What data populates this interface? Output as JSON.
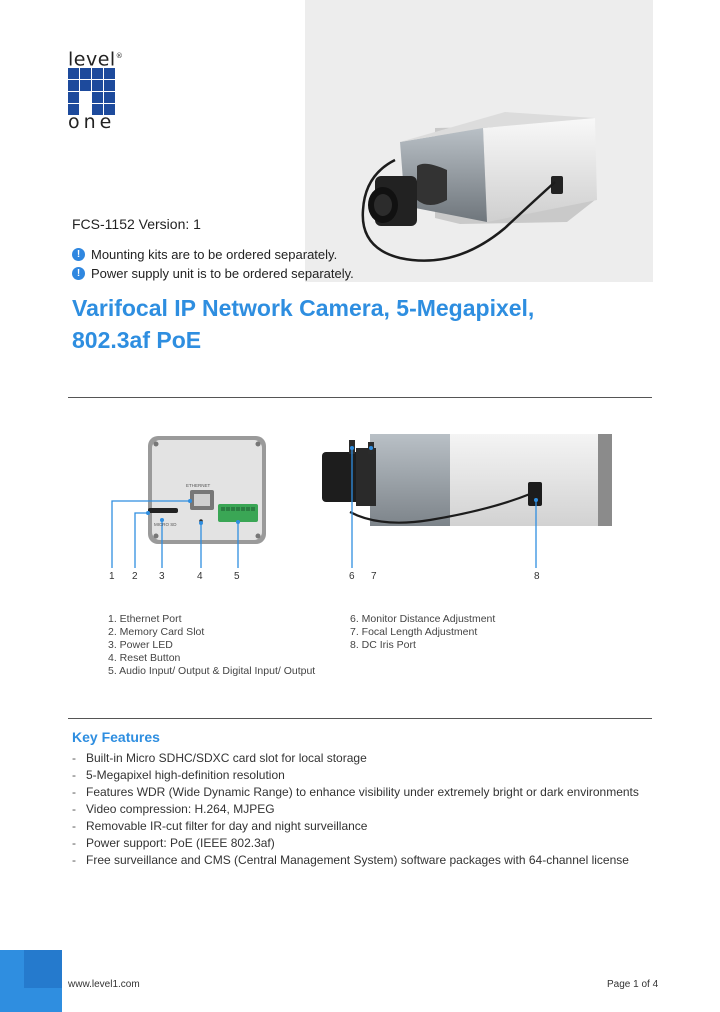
{
  "logo": {
    "top_text": "level",
    "registered": "®",
    "bottom_text": "one"
  },
  "product": {
    "model_version": "FCS-1152 Version: 1",
    "notes": [
      "Mounting kits are to be ordered separately.",
      "Power supply unit is to be ordered separately."
    ],
    "title_line1": "Varifocal IP Network Camera, 5-Megapixel,",
    "title_line2": "802.3af PoE"
  },
  "diagram": {
    "port_label": "ETHERNET",
    "card_label": "MICRO SD",
    "callouts": [
      "1",
      "2",
      "3",
      "4",
      "5",
      "6",
      "7",
      "8"
    ],
    "legend_left": [
      "1. Ethernet Port",
      "2. Memory Card Slot",
      "3. Power LED",
      "4. Reset Button",
      "5. Audio Input/ Output & Digital Input/ Output"
    ],
    "legend_right": [
      "6. Monitor Distance Adjustment",
      "7. Focal Length Adjustment",
      "8. DC Iris Port"
    ]
  },
  "key_features": {
    "title": "Key Features",
    "items": [
      "Built-in Micro SDHC/SDXC card slot for local storage",
      "5-Megapixel high-definition resolution",
      "Features WDR (Wide Dynamic Range) to enhance visibility under extremely bright or dark environments",
      "Video compression: H.264, MJPEG",
      "Removable IR-cut filter for day and night surveillance",
      "Power support: PoE (IEEE 802.3af)",
      "Free surveillance and CMS (Central Management System) software packages with 64-channel license"
    ]
  },
  "footer": {
    "website": "www.level1.com",
    "page": "Page 1 of 4"
  },
  "colors": {
    "accent": "#2e8ee0",
    "logo_blue": "#1d4a9c",
    "footer_blue": "#2f8ee0"
  }
}
